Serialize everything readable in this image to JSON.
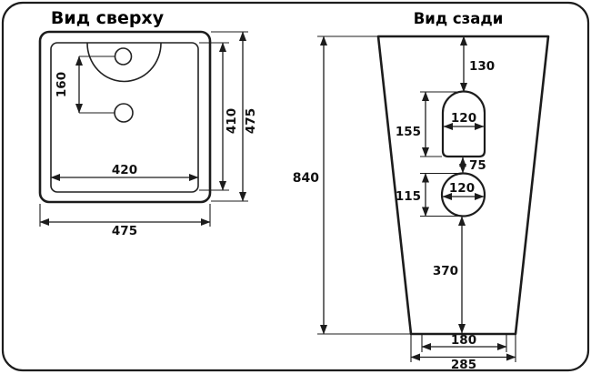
{
  "figure": {
    "background": "#ffffff",
    "line_color": "#1c1c1c"
  },
  "top_view": {
    "title": "Вид сверху",
    "dims": {
      "hole_spacing": "160",
      "inner_width": "420",
      "inner_depth": "410",
      "outer_depth": "475",
      "outer_width": "475"
    }
  },
  "back_view": {
    "title": "Вид сзади",
    "dims": {
      "total_height": "840",
      "top_to_opening": "130",
      "opening_height": "155",
      "opening_width": "120",
      "opening_to_hole": "75",
      "hole_height": "115",
      "hole_diameter": "120",
      "hole_to_floor": "370",
      "base_inner_width": "180",
      "base_outer_width": "285"
    }
  }
}
